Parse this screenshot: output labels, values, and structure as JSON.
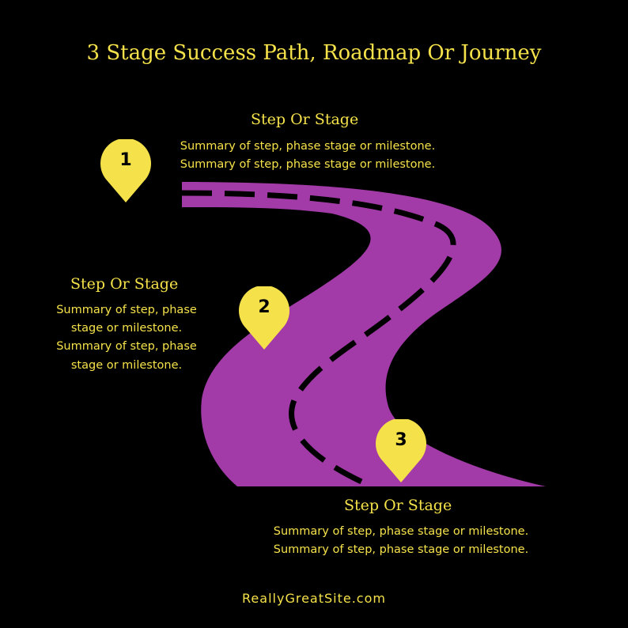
{
  "title": "3 Stage Success Path, Roadmap Or Journey",
  "colors": {
    "background": "#000000",
    "road": "#a23aa8",
    "accent": "#f5e24a"
  },
  "stages": [
    {
      "number": "1",
      "heading": "Step Or Stage",
      "lines": [
        "Summary of step, phase stage or milestone.",
        "Summary of step, phase stage or milestone."
      ]
    },
    {
      "number": "2",
      "heading": "Step Or Stage",
      "lines": [
        "Summary of step, phase",
        "stage or milestone.",
        "Summary of step, phase",
        "stage or milestone."
      ]
    },
    {
      "number": "3",
      "heading": "Step Or Stage",
      "lines": [
        "Summary of step, phase stage or milestone.",
        "Summary of step, phase stage or milestone."
      ]
    }
  ],
  "footer": "ReallyGreatSite.com"
}
